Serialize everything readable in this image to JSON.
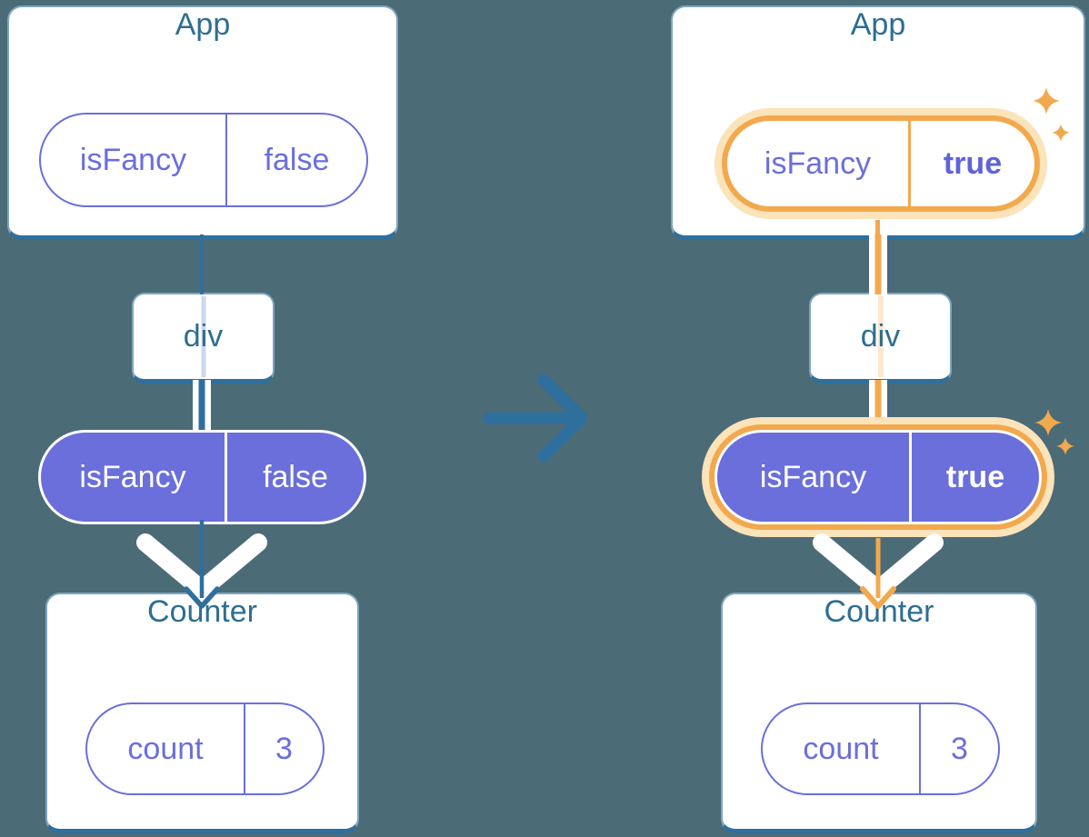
{
  "canvas": {
    "background": "#4b6b77"
  },
  "colors": {
    "card_border_bottom": "#2e6f9e",
    "title_text": "#2d6e91",
    "purple": "#6a6fdb",
    "purple_bold_text": "#5f63d9",
    "line_blue": "#2f6f9e",
    "pale_blue_line": "#ccd8ee",
    "orange": "#f2a94e",
    "orange_halo": "#fbe3ba",
    "pale_orange_line": "#fbe8cd"
  },
  "icons": {
    "transition": "arrow-right-icon",
    "highlight": "sparkles-icon"
  },
  "before": {
    "app": {
      "title": "App",
      "prop_key": "isFancy",
      "prop_value": "false"
    },
    "div": {
      "title": "div"
    },
    "passed_prop": {
      "key": "isFancy",
      "value": "false"
    },
    "counter": {
      "title": "Counter",
      "state_key": "count",
      "state_value": "3"
    }
  },
  "after": {
    "app": {
      "title": "App",
      "prop_key": "isFancy",
      "prop_value": "true"
    },
    "div": {
      "title": "div"
    },
    "passed_prop": {
      "key": "isFancy",
      "value": "true"
    },
    "counter": {
      "title": "Counter",
      "state_key": "count",
      "state_value": "3"
    }
  }
}
